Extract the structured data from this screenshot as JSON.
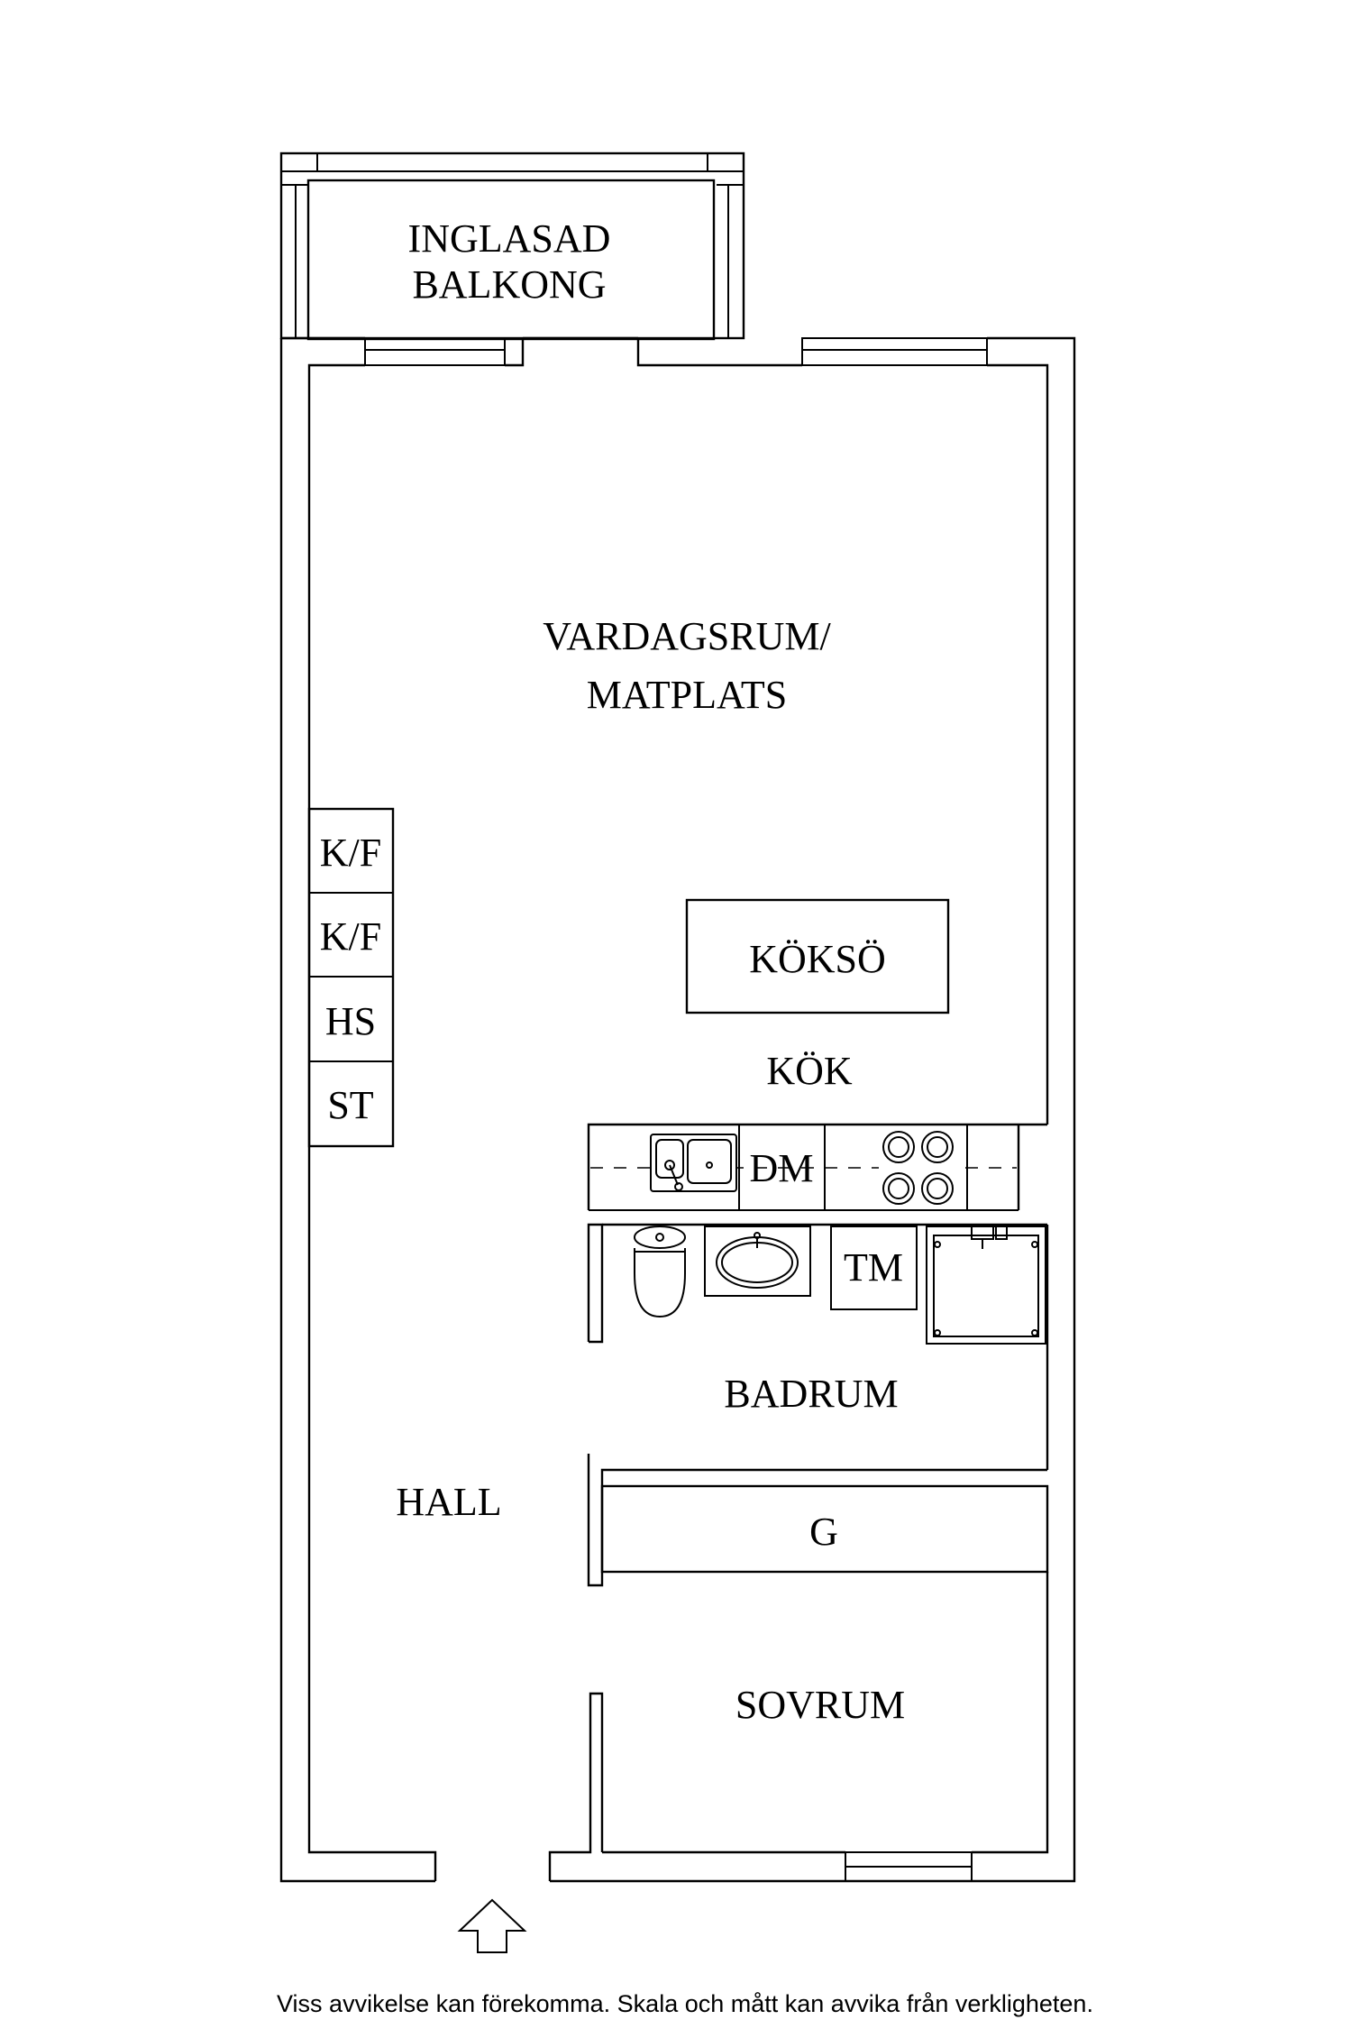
{
  "rooms": {
    "balcony_line1": "INGLASAD",
    "balcony_line2": "BALKONG",
    "living_line1": "VARDAGSRUM/",
    "living_line2": "MATPLATS",
    "island": "KÖKSÖ",
    "kitchen": "KÖK",
    "bathroom": "BADRUM",
    "hall": "HALL",
    "storage": "G",
    "bedroom": "SOVRUM"
  },
  "closets": [
    "K/F",
    "K/F",
    "HS",
    "ST"
  ],
  "appliances": {
    "dishwasher": "DM",
    "dryer": "TM"
  },
  "icons": {
    "entrance": "entrance-arrow-icon",
    "sink": "kitchen-sink-icon",
    "stove": "stove-icon",
    "toilet": "toilet-icon",
    "basin": "wash-basin-icon",
    "shower": "shower-icon"
  },
  "footer": {
    "disclaimer": "Viss avvikelse kan förekomma. Skala och mått kan avvika från verkligheten."
  }
}
